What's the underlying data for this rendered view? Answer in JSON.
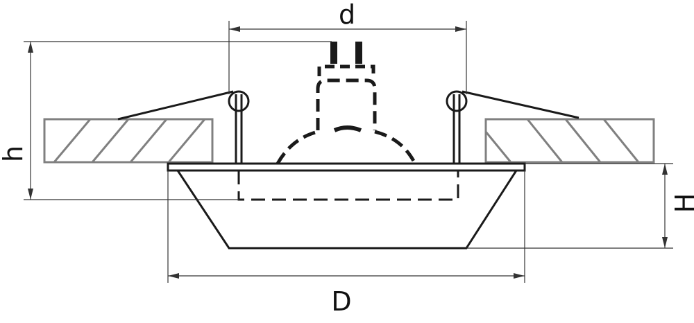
{
  "labels": {
    "d": "d",
    "h": "h",
    "H": "H",
    "D": "D"
  },
  "colors": {
    "line": "#1a1a1a",
    "hatch": "#808080",
    "dim": "#333333"
  }
}
